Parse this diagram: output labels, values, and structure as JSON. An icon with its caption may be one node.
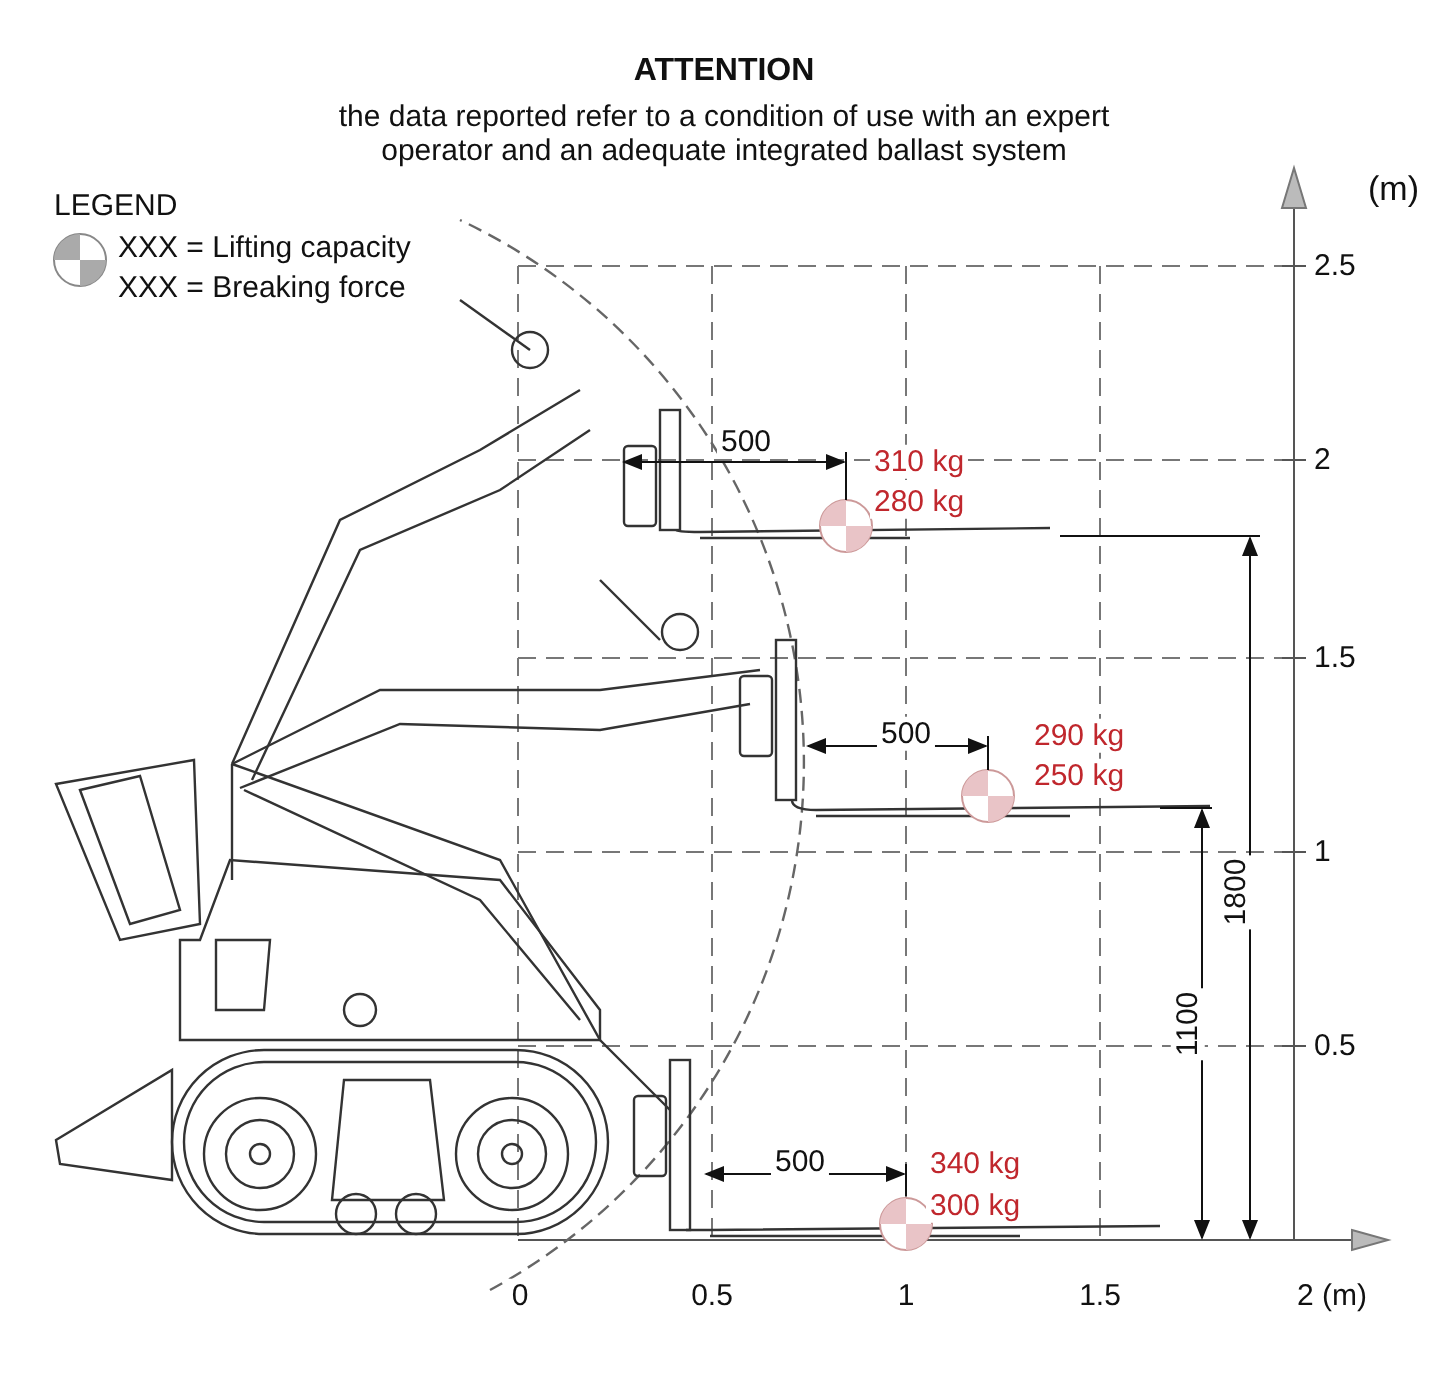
{
  "diagram": {
    "title": "ATTENTION",
    "labels": [
      "the data reported refer to a condition of use with an expert operator and an adequate integrated ballast system",
      "LEGEND",
      "(m)",
      "2.5",
      "500",
      "310 kg",
      "2",
      "280 kg",
      "1.5",
      "500",
      "290 kg",
      "250 kg",
      "1",
      "1800",
      "0.5",
      "1100",
      "500",
      "340 kg",
      "300 kg",
      "0",
      "0.5",
      "1",
      "1.5",
      "2 (m)"
    ],
    "legend": [
      {
        "text": "XXX = Lifting capacity"
      },
      {
        "text": "XXX = Breaking force"
      }
    ]
  }
}
